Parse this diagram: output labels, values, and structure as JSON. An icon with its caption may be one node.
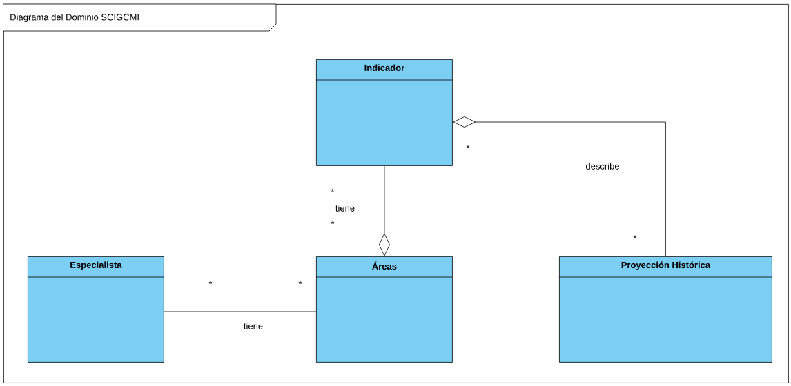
{
  "diagram": {
    "nodes": [
      {
        "text": [
          "Diagrama del Dominio SCIGCMI"
        ]
      },
      {
        "text": [
          "Indicador"
        ],
        "in": 0
      },
      {
        "text": [
          "Especialista"
        ],
        "in": 0
      },
      {
        "text": [
          "Áreas"
        ],
        "in": 0
      },
      {
        "text": [
          "Proyección Histórica"
        ],
        "in": 0
      }
    ],
    "edges": [
      {
        "from": 1,
        "to": 3,
        "arrow": "other",
        "label": "tiene"
      },
      {
        "from": 2,
        "to": 3,
        "arrow": "none",
        "label": "tiene"
      },
      {
        "from": 4,
        "to": 1,
        "arrow": "other",
        "label": "describe"
      }
    ],
    "labels": [
      "*",
      "*",
      "*",
      "*",
      "*",
      "*"
    ]
  }
}
